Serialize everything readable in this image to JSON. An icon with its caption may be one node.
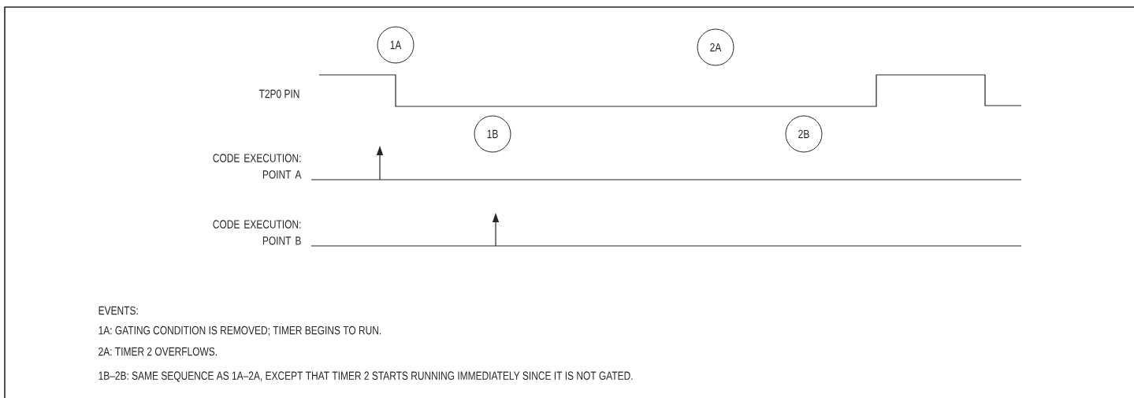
{
  "diagram": {
    "nodes": [
      {
        "text": [
          "1A"
        ]
      },
      {
        "text": [
          "2A"
        ]
      },
      {
        "text": [
          "1B"
        ]
      },
      {
        "text": [
          "2B"
        ]
      }
    ],
    "labels": [
      "T2P0 PIN",
      "CODE EXECUTION: POINT A",
      "CODE EXECUTION: POINT B",
      "EVENTS:",
      "1A: GATING CONDITION IS REMOVED; TIMER BEGINS TO RUN.",
      "2A: TIMER 2 OVERFLOWS.",
      "1B–2B: SAME SEQUENCE AS 1A–2A, EXCEPT THAT TIMER 2 STARTS RUNNING IMMEDIATELY SINCE IT IS NOT GATED."
    ]
  }
}
